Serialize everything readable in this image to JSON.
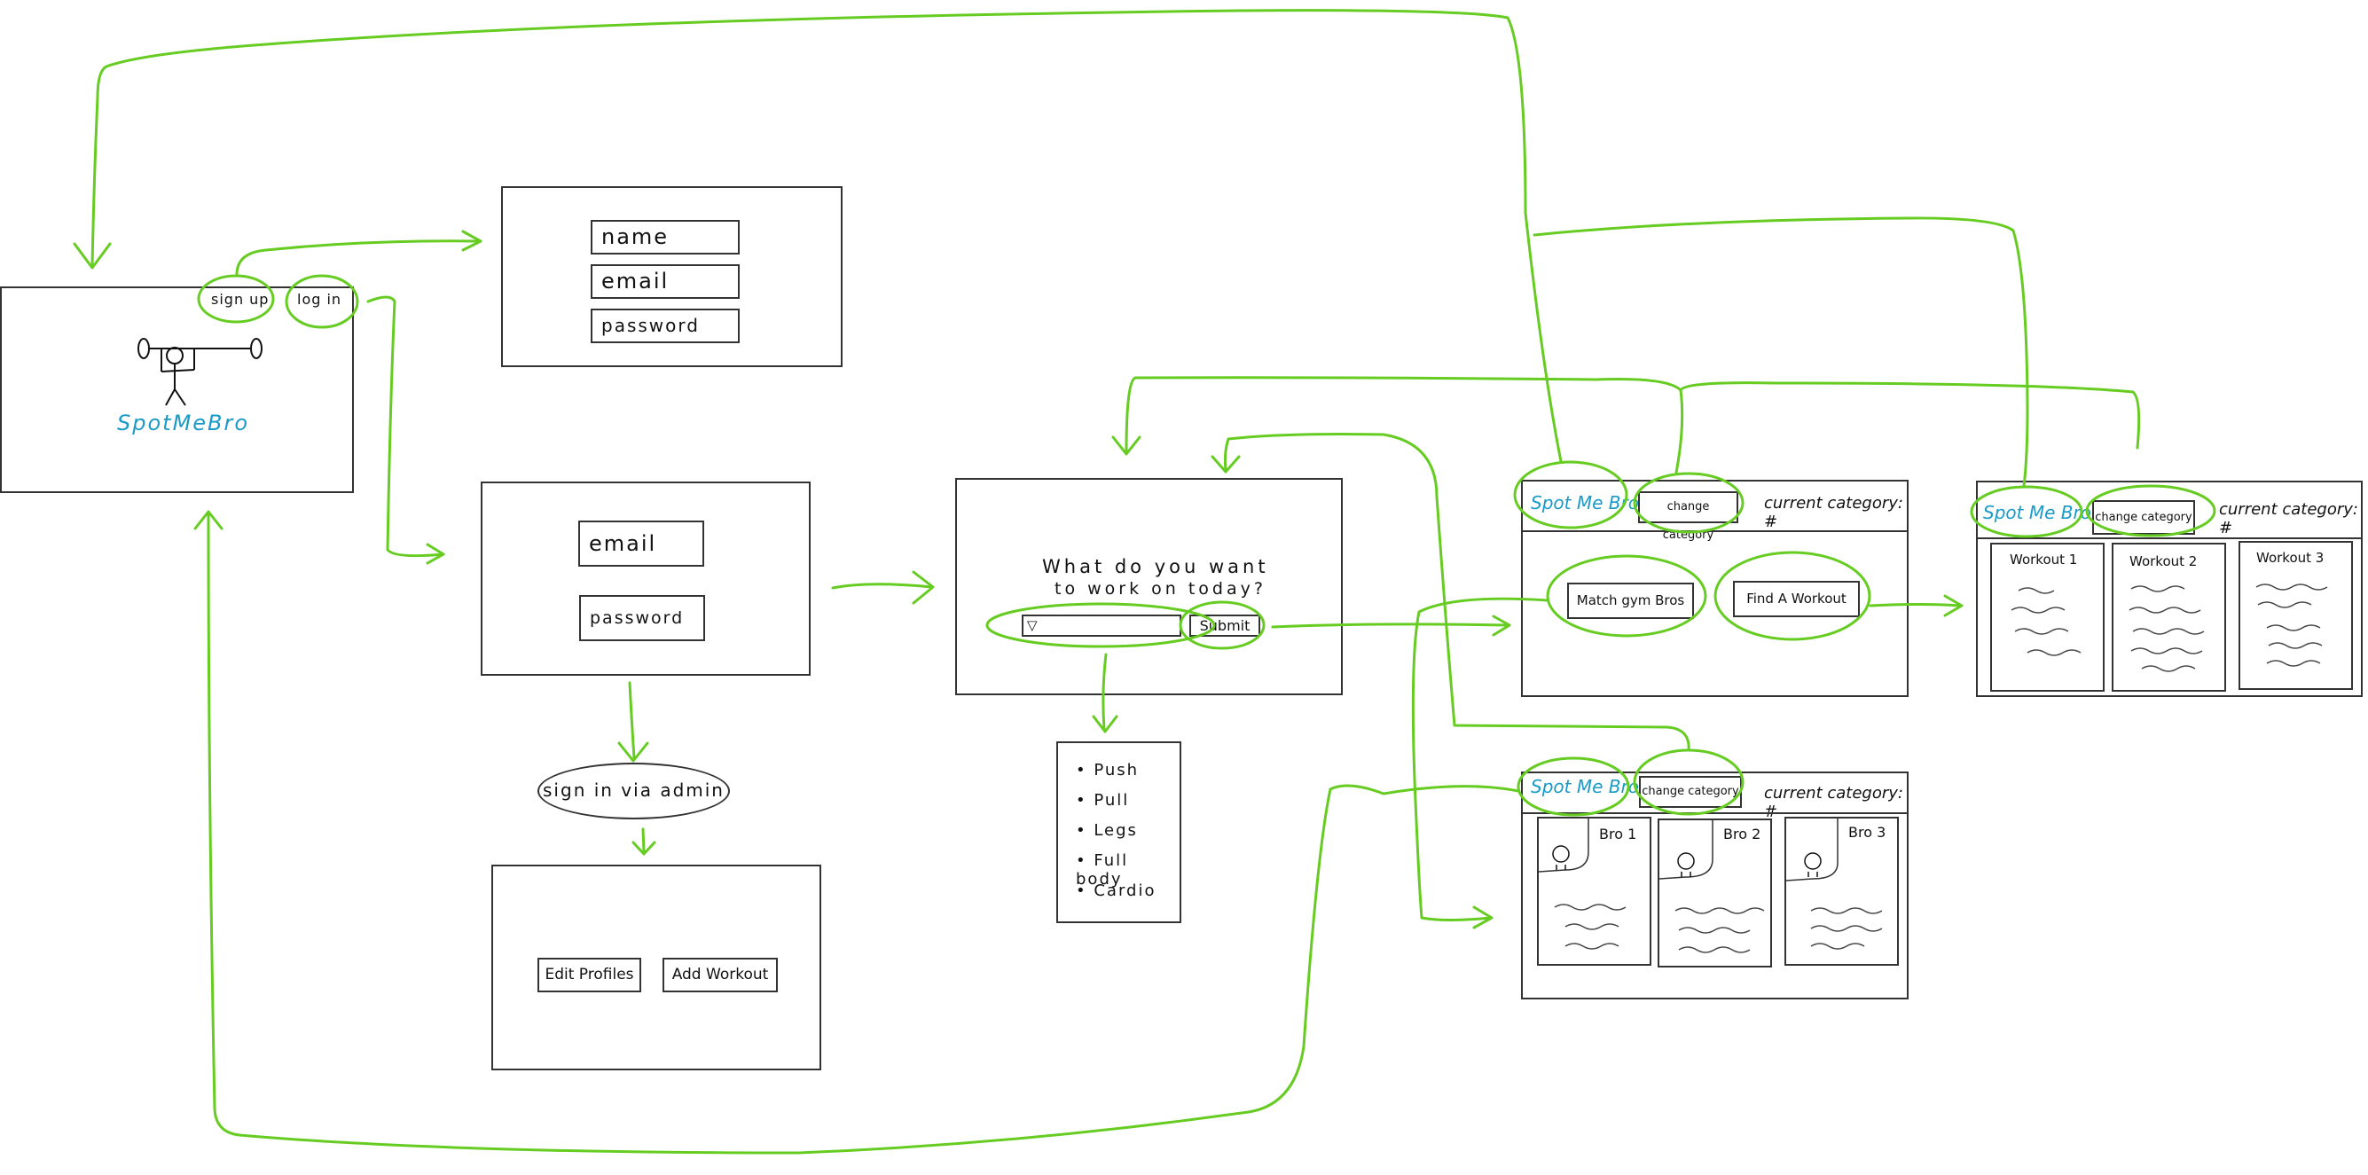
{
  "landing": {
    "brand": "SpotMeBro",
    "sign_up": "sign up",
    "log_in": "log in"
  },
  "signup": {
    "name_placeholder": "name",
    "email_placeholder": "email",
    "password_placeholder": "password"
  },
  "login": {
    "email_placeholder": "email",
    "password_placeholder": "password",
    "admin_link": "sign in via admin"
  },
  "admin": {
    "edit_profiles": "Edit Profiles",
    "add_workout": "Add Workout"
  },
  "choose": {
    "question_line1": "What do you want",
    "question_line2": "to work on today?",
    "dropdown_icon": "triangle-down",
    "submit": "Submit",
    "options": [
      "Push",
      "Pull",
      "Legs",
      "Full body",
      "Cardio"
    ]
  },
  "hub": {
    "brand": "Spot Me Bro",
    "change_category": "change category",
    "current_category": "current category: #",
    "match_button": "Match gym Bros",
    "find_button": "Find A Workout"
  },
  "workouts": {
    "brand": "Spot Me Bro",
    "change_category": "change category",
    "current_category": "current category: #",
    "cards": [
      "Workout 1",
      "Workout 2",
      "Workout 3"
    ]
  },
  "bros": {
    "brand": "Spot Me Bro",
    "change_category": "change category",
    "current_category": "current category: #",
    "cards": [
      "Bro 1",
      "Bro 2",
      "Bro 3"
    ]
  },
  "colors": {
    "arrow": "#66cc22",
    "brand": "#1a9bc7",
    "outline": "#333333"
  }
}
